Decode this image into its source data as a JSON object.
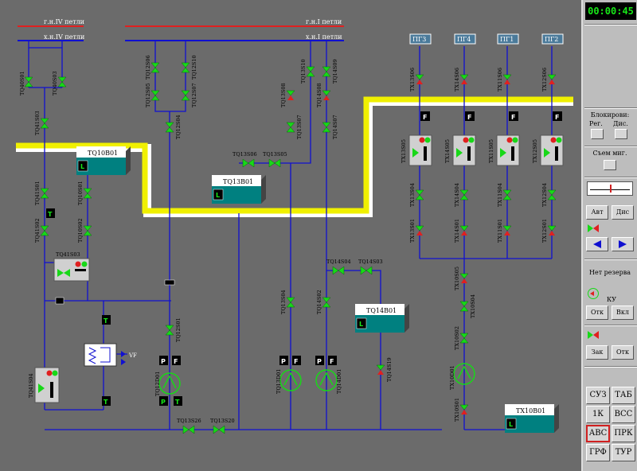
{
  "clock": "00:00:45",
  "headers": {
    "hot_iv": "г.н.IV петли",
    "cold_iv": "х.н.IV петли",
    "hot_i": "г.н.I петли",
    "cold_i": "х.н.I петли"
  },
  "pg": [
    "ПГ3",
    "ПГ4",
    "ПГ1",
    "ПГ2"
  ],
  "tanks": {
    "tq10": {
      "name": "TQ10B01",
      "badge": "L"
    },
    "tq13": {
      "name": "TQ13B01",
      "badge": "L"
    },
    "tq14": {
      "name": "TQ14B01",
      "badge": "L"
    },
    "tx10": {
      "name": "TX10B01",
      "badge": "L"
    }
  },
  "valves_h": {
    "tq13s06": "TQ13S06",
    "tq13s05": "TQ13S05",
    "tq14s04": "TQ14S04",
    "tq14s03": "TQ14S03",
    "tq13s26": "TQ13S26",
    "tq13s20": "TQ13S20"
  },
  "valves_v": {
    "tq40s01": "TQ40S01",
    "tq40s03": "TQ40S03",
    "tq40s03b": "TQ41S03",
    "tq41s01": "TQ41S01",
    "tq41s02": "TQ41S02",
    "tq10s01": "TQ10S01",
    "tq10s02": "TQ10S02",
    "tq12s06": "TQ12S06",
    "tq12s05": "TQ12S05",
    "tq12s10": "TQ12S10",
    "tq12s07": "TQ12S07",
    "tq12s04": "TQ12S04",
    "tq13s10": "TQ13S10",
    "tq13s08": "TQ13S08",
    "tq13s07": "TQ13S07",
    "tq14s09": "TQ14S09",
    "tq14s08": "TQ14S08",
    "tq14s07": "TQ14S07",
    "tq12s01": "TQ12S01",
    "tq13s04": "TQ13S04",
    "tq14s02": "TQ14S02",
    "tq14s19": "TQ14S19",
    "tq41s04": "TQ41S04",
    "tx13s06": "TX13S06",
    "tx14s06": "TX14S06",
    "tx11s06": "TX11S06",
    "tx12s06": "TX12S06",
    "tx13s04": "TX13S04",
    "tx14s04": "TX14S04",
    "tx11s04": "TX11S04",
    "tx12s04": "TX12S04",
    "tx13s01": "TX13S01",
    "tx14s01": "TX14S01",
    "tx11s01": "TX11S01",
    "tx12s01": "TX12S01",
    "tx10s05": "TX10S05",
    "tx10s04": "TX10S04",
    "tx10s02": "TX10S02",
    "tx10s01": "TX10S01"
  },
  "heaters": {
    "tq41s03": "TQ41S03",
    "tx13s05": "TX13S05",
    "tx14s05": "TX14S05",
    "tx11s05": "TX11S05",
    "tx12s05": "TX12S05"
  },
  "pumps": {
    "tq12d01": "TQ12D01",
    "tq13d01": "TQ13D01",
    "tq14d01": "TQ14D01",
    "tx10d01": "TX10D01"
  },
  "misc": {
    "vf": "VF",
    "T": "T",
    "P": "P",
    "F": "F"
  },
  "side": {
    "blocking": "Блокирови:",
    "reg": "Рег.",
    "disk": "Дис.",
    "remove": "Съем миг.",
    "auto": "Авт",
    "dist": "Дис",
    "no_reserve": "Нет резерва",
    "ku": "КУ",
    "off": "Отк",
    "on": "Вкл",
    "close": "Зак",
    "open": "Отк",
    "nav": [
      "СУЗ",
      "ТАБ",
      "1К",
      "ВСС",
      "АВС",
      "ПРК",
      "ГРФ",
      "ТУР"
    ]
  },
  "colors": {
    "background": "#6b6b6b",
    "pipe": "#1010d0",
    "hot": "#e02020",
    "valve_open": "#18d818",
    "valve_closed": "#e02020",
    "teal": "#008080",
    "yellow": "#f0f000"
  }
}
